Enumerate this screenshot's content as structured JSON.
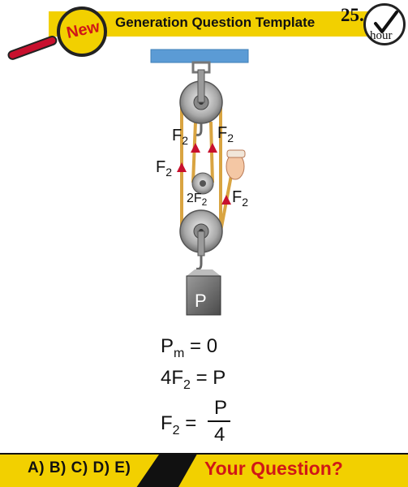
{
  "header": {
    "new_label": "New",
    "title": "Generation Question Template",
    "clock_number": "25.",
    "clock_unit": "hour"
  },
  "figure": {
    "force_labels": [
      "F",
      "F",
      "F",
      "F"
    ],
    "force_subscript": "2",
    "pulley_label": "2F",
    "pulley_label_sub": "2",
    "weight_label": "P"
  },
  "equations": {
    "eq1_left": "P",
    "eq1_sub": "m",
    "eq1_right": " = 0",
    "eq2_left": "4F",
    "eq2_sub": "2",
    "eq2_right": " = P",
    "eq3_left": "F",
    "eq3_sub": "2",
    "eq3_eq": " = ",
    "eq3_num": "P",
    "eq3_den": "4"
  },
  "footer": {
    "answers": "A) B) C) D) E)",
    "your_question": "Your Question?"
  },
  "colors": {
    "accent_yellow": "#f2d000",
    "accent_red": "#d01717",
    "ceiling_blue": "#5b9bd5",
    "rope": "#d9a441",
    "arrow_red": "#c8102e"
  }
}
